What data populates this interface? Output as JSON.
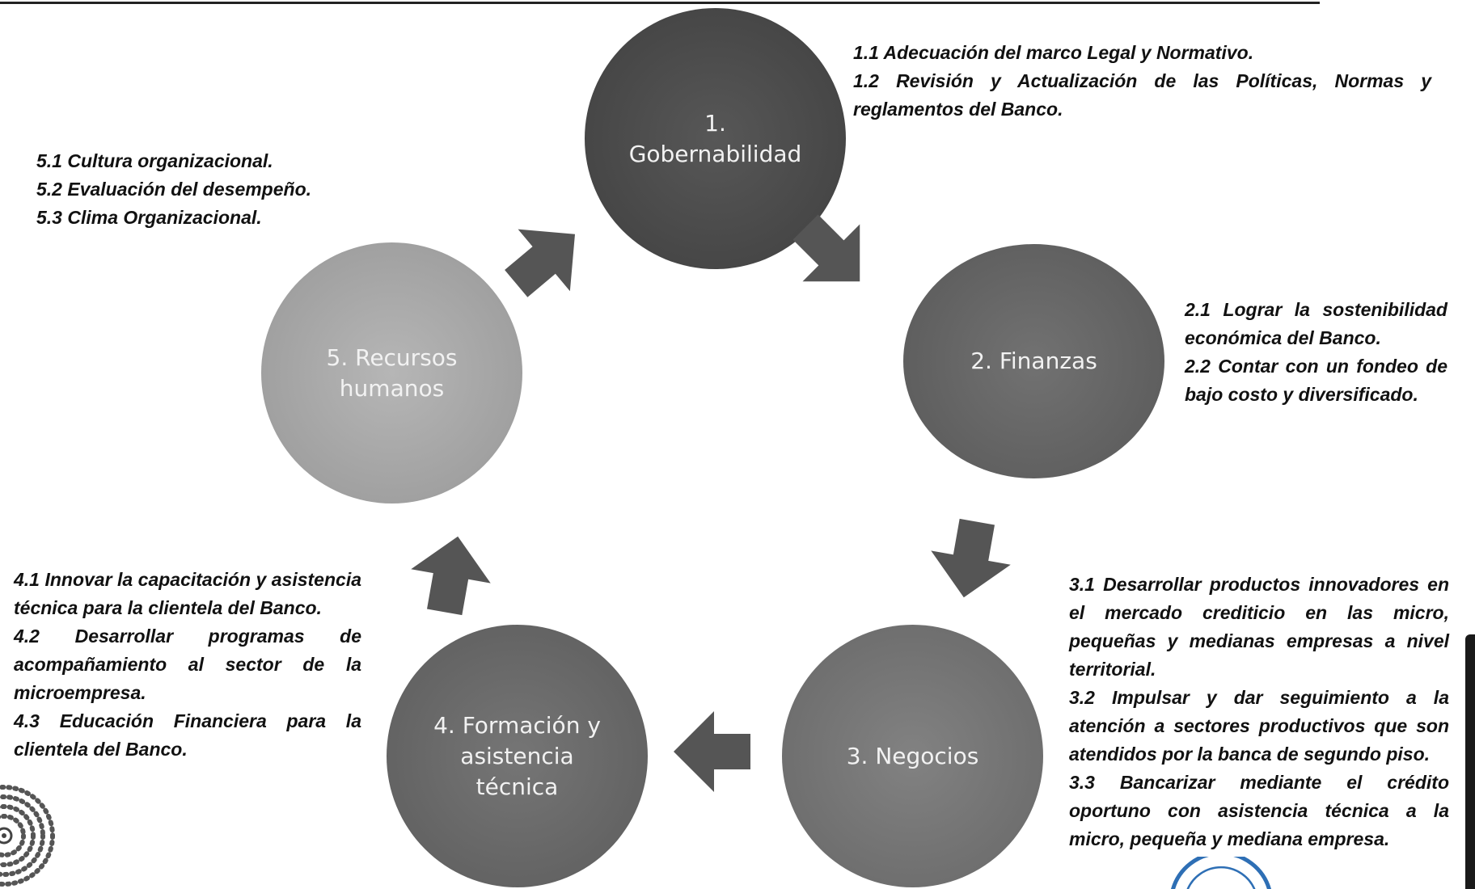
{
  "nodes": [
    {
      "id": "gobernabilidad",
      "label": "1.\nGobernabilidad",
      "color": "#4e4e4e"
    },
    {
      "id": "finanzas",
      "label": "2. Finanzas",
      "color": "#6a6a6a"
    },
    {
      "id": "negocios",
      "label": "3. Negocios",
      "color": "#7b7b7b"
    },
    {
      "id": "formacion",
      "label": "4. Formación y\nasistencia\ntécnica",
      "color": "#6e6e6e"
    },
    {
      "id": "recursos-humanos",
      "label": "5. Recursos\nhumanos",
      "color": "#b2b2b2"
    }
  ],
  "notes": {
    "gobernabilidad": [
      "1.1 Adecuación del marco Legal y Normativo.",
      "1.2 Revisión y Actualización de las Políticas, Normas y reglamentos del Banco."
    ],
    "finanzas": [
      "2.1 Lograr la sostenibilidad económica del Banco.",
      "2.2 Contar con un fondeo de bajo costo y diversificado."
    ],
    "negocios": [
      "3.1 Desarrollar productos innovadores en el mercado crediticio en las micro, pequeñas y medianas empresas a nivel territorial.",
      "3.2 Impulsar y dar seguimiento a la atención a sectores productivos que son atendidos por la banca de segundo piso.",
      "3.3 Bancarizar mediante el crédito oportuno con asistencia técnica a la micro, pequeña y mediana empresa."
    ],
    "formacion": [
      "4.1 Innovar la capacitación y asistencia técnica para la clientela del Banco.",
      "4.2 Desarrollar programas de acompañamiento al sector de la microempresa.",
      "4.3 Educación Financiera para la clientela del Banco."
    ],
    "recursos_humanos": [
      "5.1 Cultura organizacional.",
      "5.2 Evaluación del desempeño.",
      "5.3 Clima Organizacional."
    ]
  },
  "arrow_color": "#555555"
}
